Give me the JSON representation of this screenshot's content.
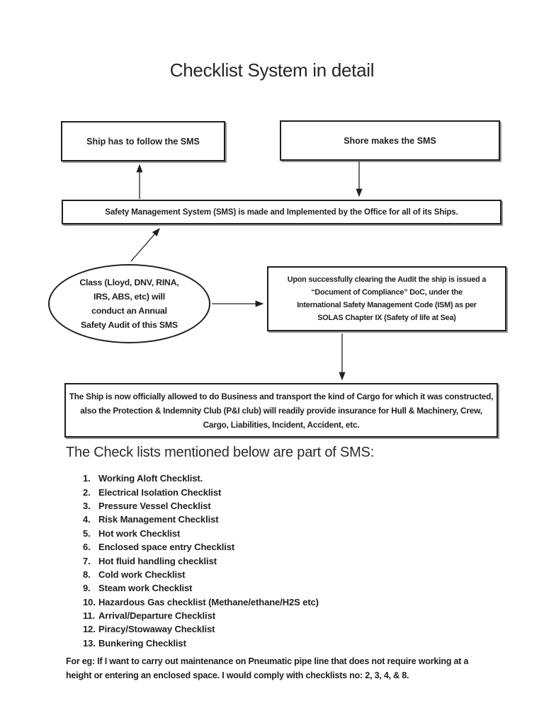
{
  "page": {
    "title": "Checklist System in detail",
    "section_heading": "The Check lists mentioned below are part of SMS:",
    "example_note": "For eg: If I want to carry out maintenance on Pneumatic pipe line that does not require working at a height or entering an enclosed space. I would comply with checklists no: 2, 3, 4, & 8."
  },
  "flowchart": {
    "ship_box": {
      "label": "Ship has to follow the SMS"
    },
    "shore_box": {
      "label": "Shore makes the SMS"
    },
    "sms_box": {
      "label": "Safety Management System (SMS) is made and Implemented by the Office for all of its Ships."
    },
    "class_ellipse": {
      "lines": [
        "Class (Lloyd, DNV, RINA,",
        "IRS, ABS, etc) will",
        "conduct an Annual",
        "Safety Audit of this SMS"
      ]
    },
    "audit_box": {
      "lines": [
        "Upon successfully clearing the Audit the ship is issued a",
        "“Document of Compliance” DoC, under the",
        "International Safety Management Code (ISM) as per",
        "SOLAS Chapter IX (Safety of life at Sea)"
      ]
    },
    "business_box": {
      "label": "The Ship is now officially allowed to do Business and transport the kind of Cargo for which it was constructed, also the Protection & Indemnity Club (P&I club) will readily provide insurance for Hull & Machinery, Crew, Cargo, Liabilities, Incident, Accident, etc."
    }
  },
  "checklists": [
    {
      "num": "1.",
      "label": "Working Aloft Checklist."
    },
    {
      "num": "2.",
      "label": "Electrical Isolation Checklist"
    },
    {
      "num": "3.",
      "label": "Pressure Vessel Checklist"
    },
    {
      "num": "4.",
      "label": "Risk Management Checklist"
    },
    {
      "num": "5.",
      "label": "Hot work Checklist"
    },
    {
      "num": "6.",
      "label": "Enclosed space entry Checklist"
    },
    {
      "num": "7.",
      "label": "Hot fluid handling checklist"
    },
    {
      "num": "8.",
      "label": "Cold work Checklist"
    },
    {
      "num": "9.",
      "label": "Steam work Checklist"
    },
    {
      "num": "10.",
      "label": "Hazardous Gas checklist (Methane/ethane/H2S etc)"
    },
    {
      "num": "11.",
      "label": "Arrival/Departure Checklist"
    },
    {
      "num": "12.",
      "label": "Piracy/Stowaway Checklist"
    },
    {
      "num": "13.",
      "label": "Bunkering Checklist"
    }
  ],
  "colors": {
    "ink": "#1f1f1f",
    "border": "#1f1f1f",
    "box_shadow": "#979797",
    "background": "#ffffff"
  }
}
